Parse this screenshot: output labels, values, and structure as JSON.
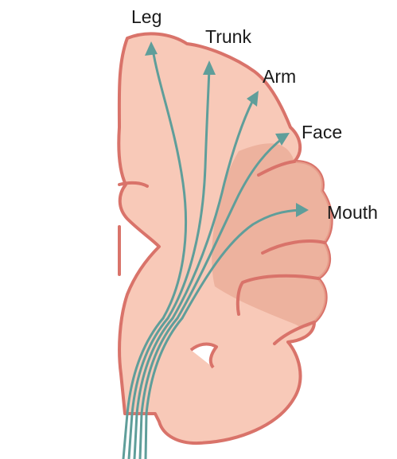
{
  "labels": {
    "leg": "Leg",
    "trunk": "Trunk",
    "arm": "Arm",
    "face": "Face",
    "mouth": "Mouth"
  },
  "colors": {
    "tissue_fill": "#f8c9b8",
    "tissue_outline": "#d9736a",
    "tissue_dark": "#e39f8a",
    "fiber": "#5f9e9a"
  }
}
